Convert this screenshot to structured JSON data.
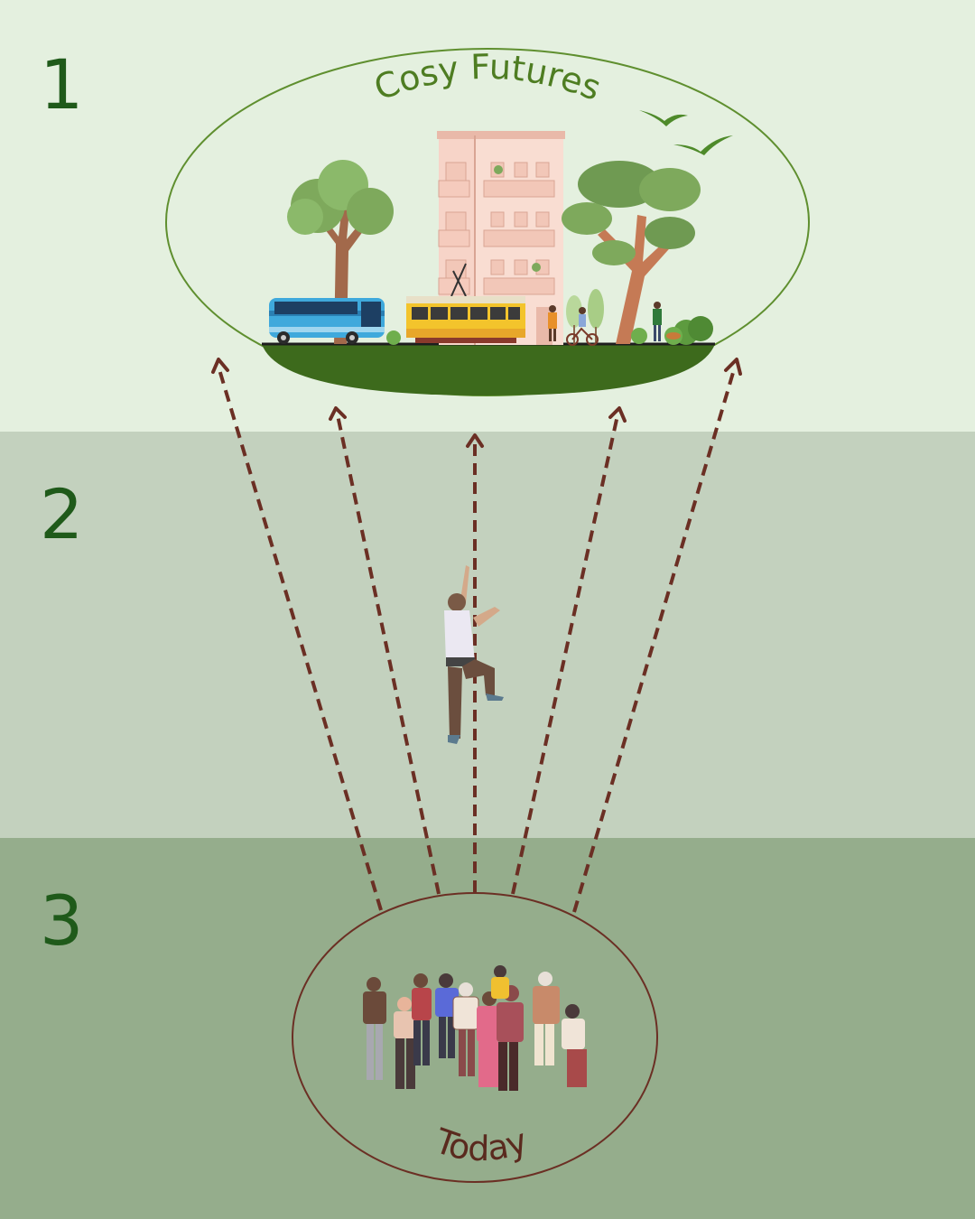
{
  "colors": {
    "band_1": "#e4f0df",
    "band_2": "#c3d1be",
    "band_3": "#95ad8c",
    "step_number": "#1f5a1a",
    "future_outline": "#5f8f2f",
    "future_label": "#4e7d22",
    "ground": "#3d6a1c",
    "arrow": "#6b2f24",
    "today_outline": "#6b2f24",
    "today_label": "#5a2a1e"
  },
  "steps": [
    {
      "number": "1"
    },
    {
      "number": "2"
    },
    {
      "number": "3"
    }
  ],
  "future": {
    "label": "Cosy Futures"
  },
  "today": {
    "label": "Today"
  },
  "icons": {
    "future_scene": "city-scene-illustration",
    "climber": "climber-illustration",
    "crowd": "crowd-illustration"
  }
}
